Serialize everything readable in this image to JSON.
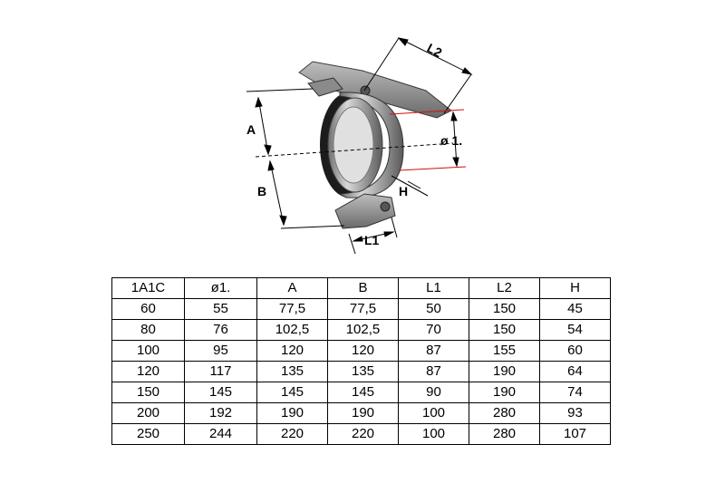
{
  "diagram": {
    "labels": {
      "L2": "L2",
      "A": "A",
      "B": "B",
      "H": "H",
      "L1": "L1",
      "diameter": "ø 1."
    }
  },
  "table": {
    "headers": [
      "1A1C",
      "ø1.",
      "A",
      "B",
      "L1",
      "L2",
      "H"
    ],
    "rows": [
      [
        "60",
        "55",
        "77,5",
        "77,5",
        "50",
        "150",
        "45"
      ],
      [
        "80",
        "76",
        "102,5",
        "102,5",
        "70",
        "150",
        "54"
      ],
      [
        "100",
        "95",
        "120",
        "120",
        "87",
        "155",
        "60"
      ],
      [
        "120",
        "117",
        "135",
        "135",
        "87",
        "190",
        "64"
      ],
      [
        "150",
        "145",
        "145",
        "145",
        "90",
        "190",
        "74"
      ],
      [
        "200",
        "192",
        "190",
        "190",
        "100",
        "280",
        "93"
      ],
      [
        "250",
        "244",
        "220",
        "220",
        "100",
        "280",
        "107"
      ]
    ]
  }
}
